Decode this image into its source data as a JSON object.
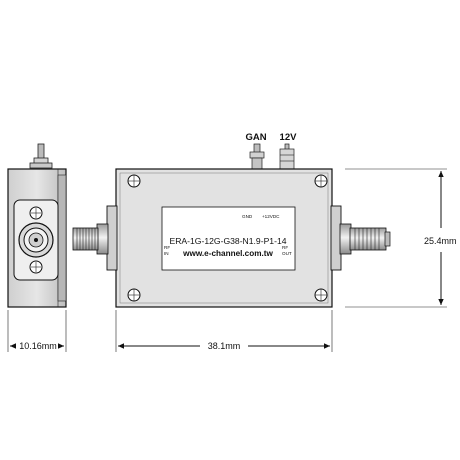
{
  "pins": {
    "gan": "GAN",
    "v12": "12V"
  },
  "label": {
    "model": "ERA-1G-12G-G38-N1.9-P1-14",
    "website": "www.e-channel.com.tw",
    "rf_in_1": "RF",
    "rf_in_2": "IN",
    "rf_out_1": "RF",
    "rf_out_2": "OUT",
    "gnd": "GND",
    "v12": "+12VDC"
  },
  "dimensions": {
    "height": "25.4mm",
    "length": "38.1mm",
    "side_width": "10.16mm"
  },
  "colors": {
    "body_fill": "#dcdcdc",
    "body_shadow": "#a9a9a9",
    "label_fill": "#ffffff",
    "line": "#111111"
  }
}
